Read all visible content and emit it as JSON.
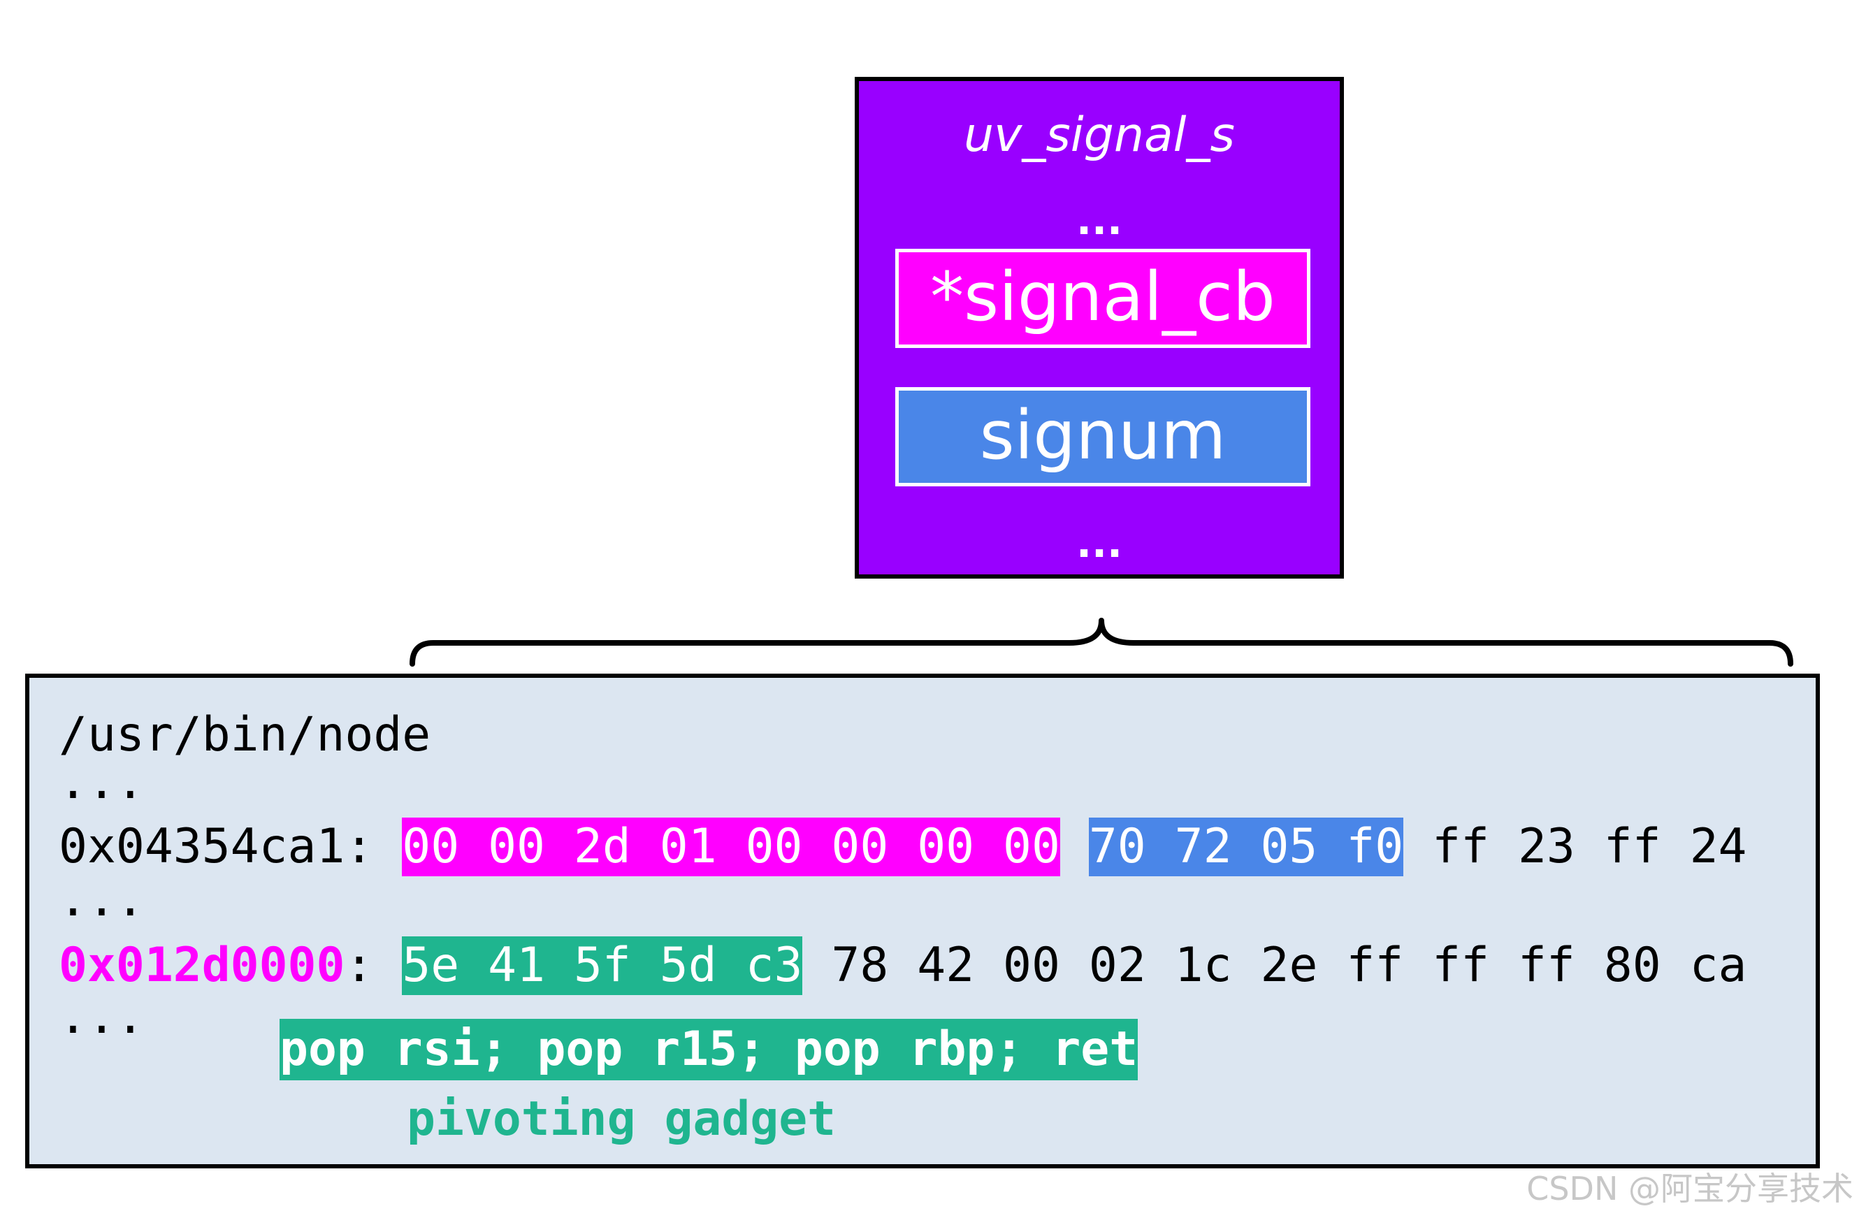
{
  "struct": {
    "title": "uv_signal_s",
    "ellipsis_top": "...",
    "field_cb": "*signal_cb",
    "field_signum": "signum",
    "ellipsis_bottom": "..."
  },
  "memory": {
    "path": "/usr/bin/node",
    "dots1": "...",
    "row1": {
      "address": "0x04354ca1:",
      "bytes_magenta": "00 00 2d 01 00 00 00 00",
      "bytes_blue": "70 72 05 f0",
      "bytes_rest": "ff 23 ff 24"
    },
    "dots2": "...",
    "row2": {
      "address": "0x012d0000",
      "colon": ":",
      "bytes_green": "5e 41 5f 5d c3",
      "bytes_rest": "78 42 00 02 1c 2e ff ff ff 80 ca"
    },
    "dots3": "...",
    "gadget_instructions": "pop rsi; pop r15; pop rbp; ret",
    "gadget_caption": "pivoting gadget"
  },
  "watermark": "CSDN @阿宝分享技术",
  "colors": {
    "struct_bg": "#9900ff",
    "magenta": "#ff00ff",
    "blue": "#4a86e8",
    "green": "#1fb58f",
    "memory_bg": "#dce6f1"
  }
}
